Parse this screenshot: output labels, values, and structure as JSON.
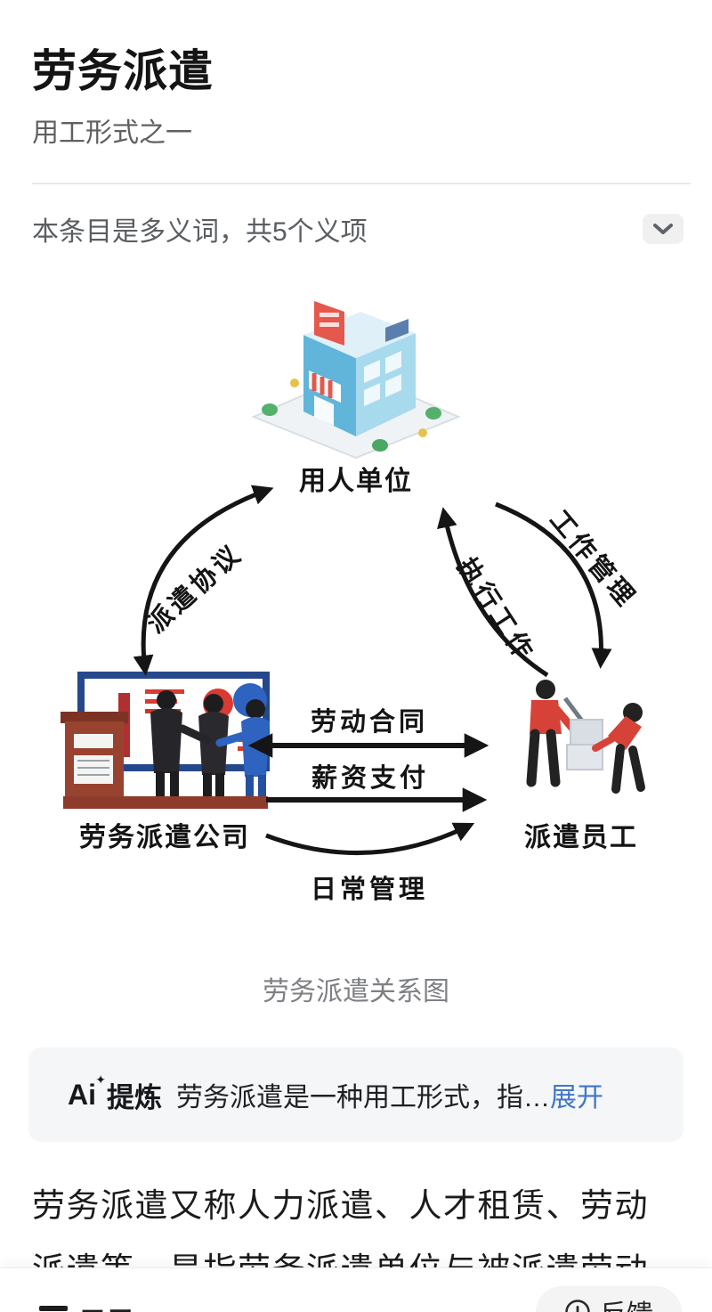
{
  "header": {
    "title": "劳务派遣",
    "subtitle": "用工形式之一",
    "polysemy_notice": "本条目是多义词，共5个义项"
  },
  "diagram": {
    "nodes": [
      {
        "id": "employer",
        "label": "用人单位"
      },
      {
        "id": "agency",
        "label": "劳务派遣公司"
      },
      {
        "id": "workers",
        "label": "派遣员工"
      }
    ],
    "edges": [
      {
        "from": "劳务派遣公司",
        "to": "用人单位",
        "label": "派遣协议",
        "direction": "both"
      },
      {
        "from": "派遣员工",
        "to": "用人单位",
        "label": "执行工作",
        "direction": "one-way"
      },
      {
        "from": "用人单位",
        "to": "派遣员工",
        "label": "工作管理",
        "direction": "one-way"
      },
      {
        "from": "劳务派遣公司",
        "to": "派遣员工",
        "label": "劳动合同",
        "direction": "both"
      },
      {
        "from": "劳务派遣公司",
        "to": "派遣员工",
        "label": "薪资支付",
        "direction": "one-way"
      },
      {
        "from": "劳务派遣公司",
        "to": "派遣员工",
        "label": "日常管理",
        "direction": "one-way"
      }
    ]
  },
  "figure": {
    "caption": "劳务派遣关系图"
  },
  "ai_summary": {
    "logo": "Ai",
    "sparkle_icon": "✦",
    "badge_label": "提炼",
    "text": "劳务派遣是一种用工形式，指…",
    "expand_label": "展开"
  },
  "article": {
    "paragraph": "劳务派遣又称人力派遣、人才租赁、劳动派遣等，是指劳务派遣单位与被派遣劳动"
  },
  "footer": {
    "toc_label": "目录",
    "feedback_label": "反馈"
  },
  "colors": {
    "link_blue": "#4077c8",
    "ai_box_bg": "#f5f6f7",
    "text_primary": "#1b1b1b",
    "text_secondary": "#606060",
    "caption_gray": "#7e8084",
    "diagram_ink": "#151515"
  }
}
